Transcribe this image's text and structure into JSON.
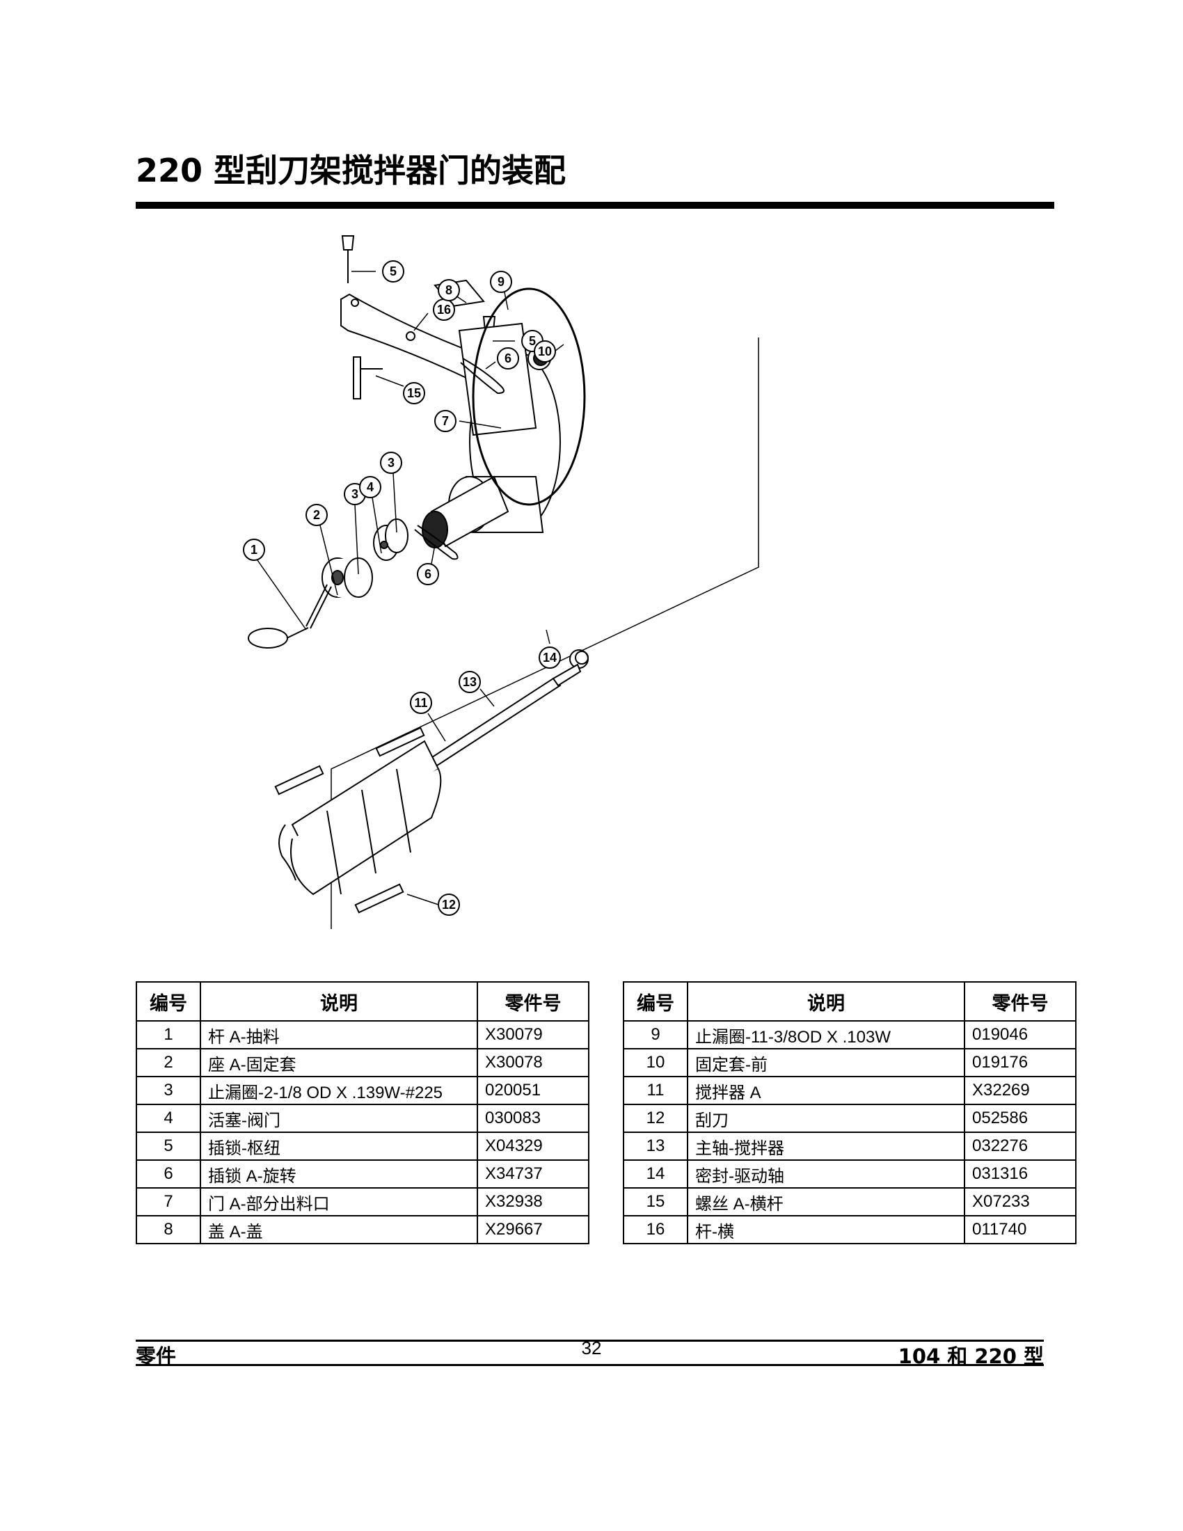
{
  "page": {
    "title": "220 型刮刀架搅拌器门的装配"
  },
  "diagram": {
    "callouts": [
      "1",
      "2",
      "3",
      "3",
      "4",
      "5",
      "5",
      "6",
      "6",
      "7",
      "8",
      "9",
      "10",
      "11",
      "12",
      "13",
      "14",
      "15",
      "16"
    ]
  },
  "parts_table_left": {
    "headers": [
      "编号",
      "说明",
      "零件号"
    ],
    "rows": [
      [
        "1",
        "杆 A-抽料",
        "X30079"
      ],
      [
        "2",
        "座 A-固定套",
        "X30078"
      ],
      [
        "3",
        "止漏圈-2-1/8 OD X .139W-#225",
        "020051"
      ],
      [
        "4",
        "活塞-阀门",
        "030083"
      ],
      [
        "5",
        "插锁-枢纽",
        "X04329"
      ],
      [
        "6",
        "插锁 A-旋转",
        "X34737"
      ],
      [
        "7",
        "门 A-部分出料口",
        "X32938"
      ],
      [
        "8",
        "盖 A-盖",
        "X29667"
      ]
    ]
  },
  "parts_table_right": {
    "headers": [
      "编号",
      "说明",
      "零件号"
    ],
    "rows": [
      [
        "9",
        "止漏圈-11-3/8OD X .103W",
        "019046"
      ],
      [
        "10",
        "固定套-前",
        "019176"
      ],
      [
        "11",
        "搅拌器 A",
        "X32269"
      ],
      [
        "12",
        "刮刀",
        "052586"
      ],
      [
        "13",
        "主轴-搅拌器",
        "032276"
      ],
      [
        "14",
        "密封-驱动轴",
        "031316"
      ],
      [
        "15",
        "螺丝 A-横杆",
        "X07233"
      ],
      [
        "16",
        "杆-横",
        "011740"
      ]
    ]
  },
  "footer": {
    "left": "零件",
    "page_number": "32",
    "right": "104 和 220 型"
  }
}
